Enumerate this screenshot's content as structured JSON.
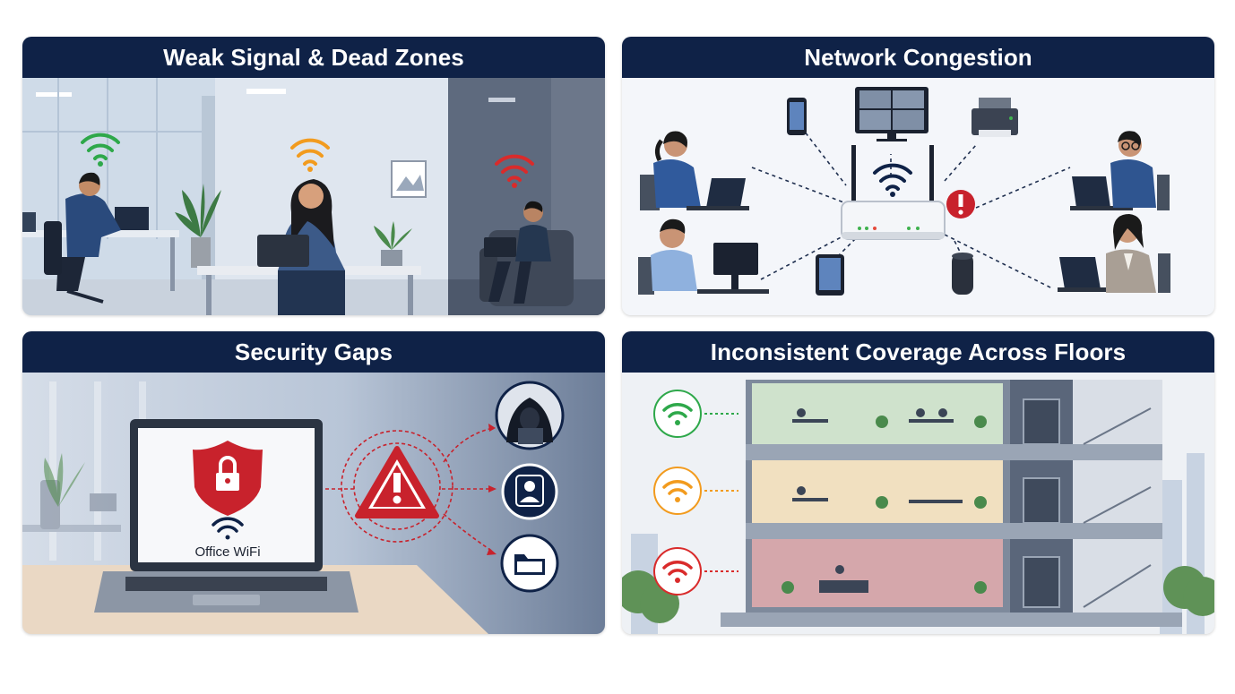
{
  "panels": [
    {
      "title": "Weak Signal & Dead Zones"
    },
    {
      "title": "Network Congestion"
    },
    {
      "title": "Security Gaps",
      "laptop_label": "Office WiFi"
    },
    {
      "title": "Inconsistent Coverage Across Floors"
    }
  ],
  "colors": {
    "header_bg": "#0f2247",
    "signal_strong": "#2ea84a",
    "signal_medium": "#f29b1e",
    "signal_weak": "#d92b2b",
    "alert_red": "#c8222c"
  },
  "icons": [
    "wifi-icon",
    "alert-icon",
    "lock-shield-icon",
    "hacker-icon",
    "user-icon",
    "folder-icon",
    "router-icon",
    "phone-icon",
    "tablet-icon",
    "printer-icon",
    "monitor-icon",
    "speaker-icon"
  ]
}
